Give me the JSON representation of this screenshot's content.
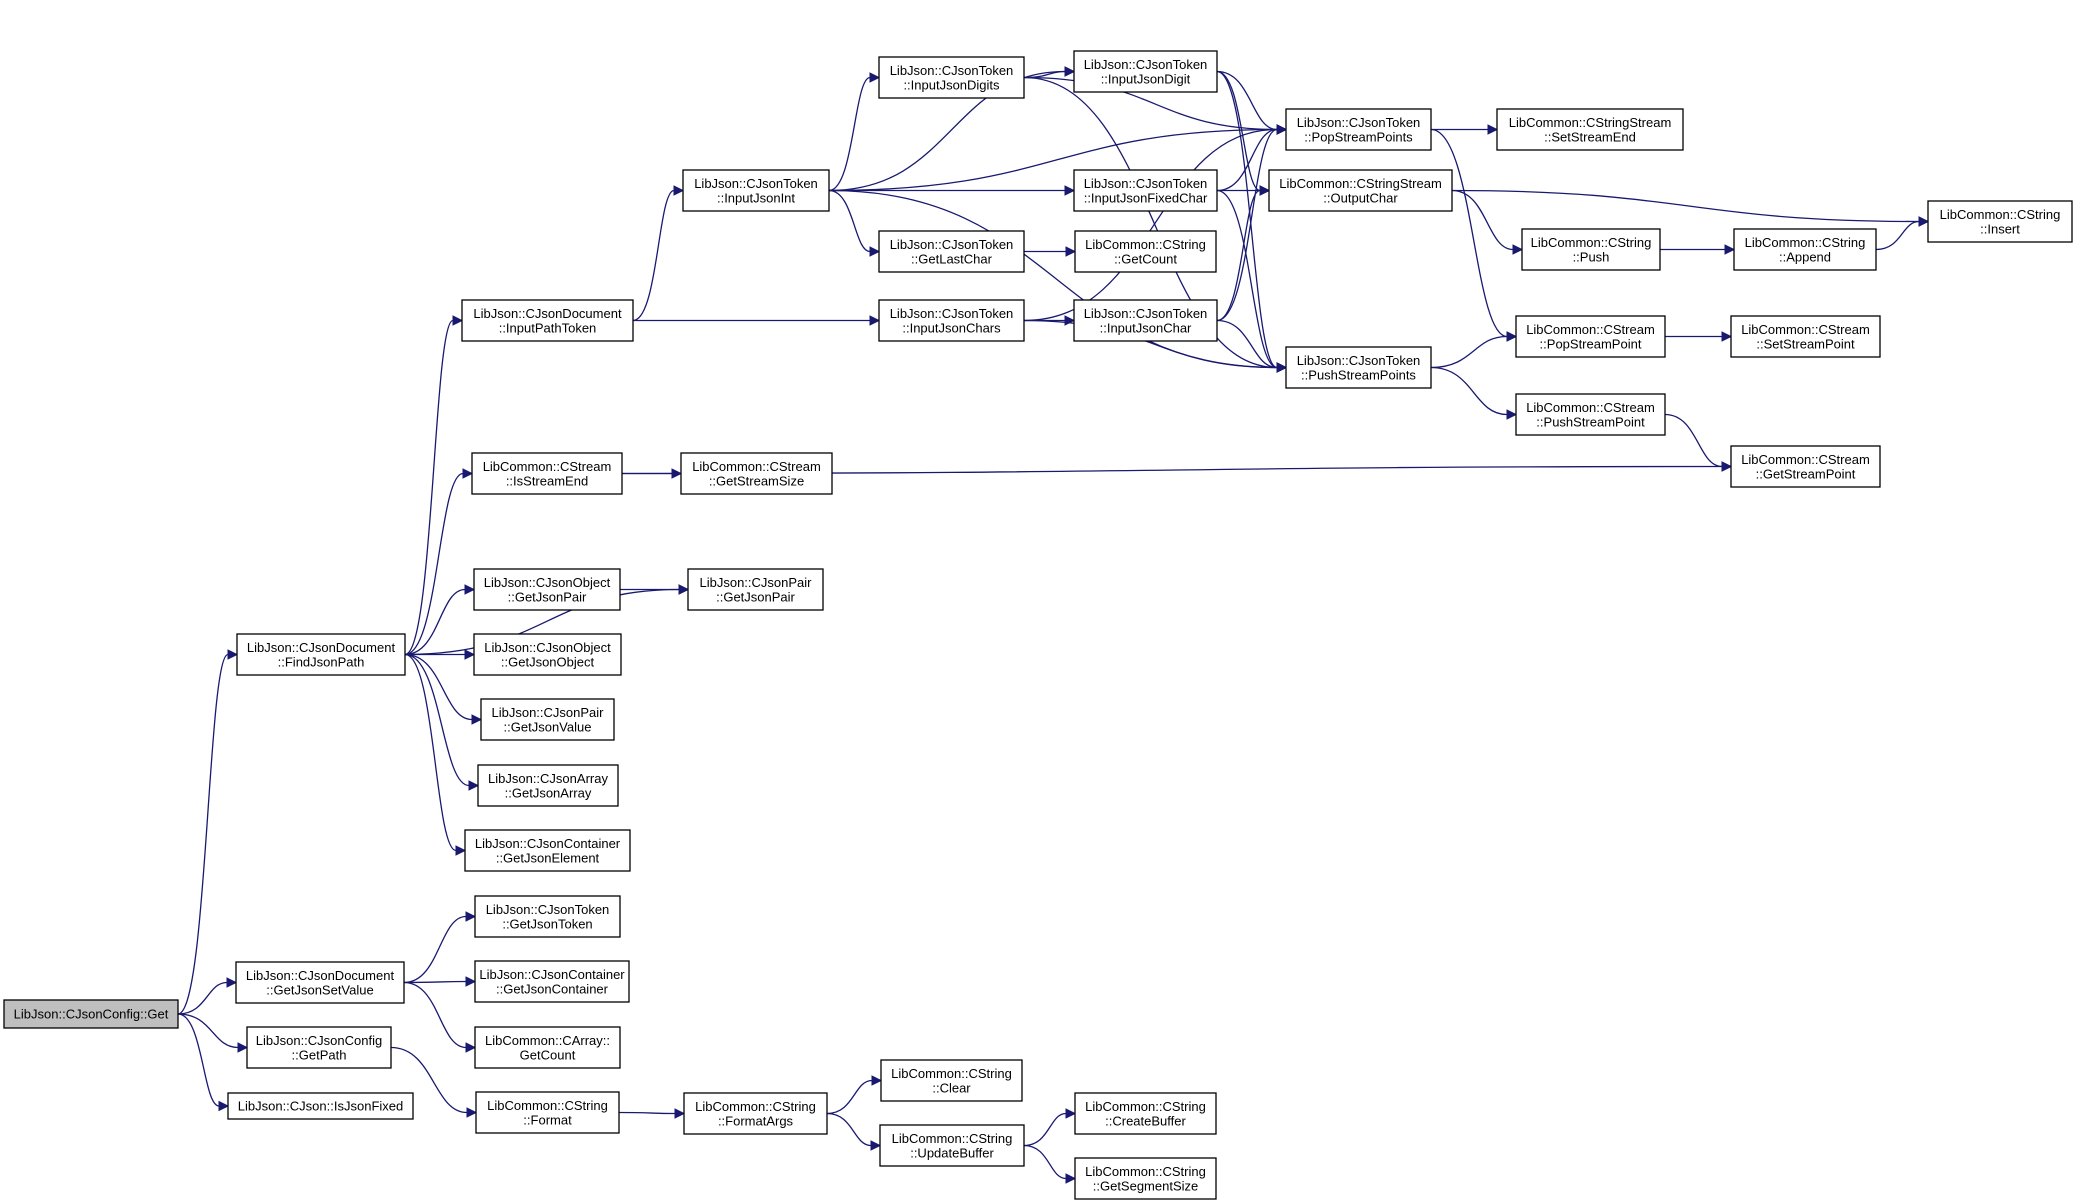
{
  "graph": {
    "title": "",
    "nodes": [
      {
        "id": "get",
        "lines": [
          "LibJson::CJsonConfig::Get"
        ],
        "root": true
      },
      {
        "id": "findJsonPath",
        "lines": [
          "LibJson::CJsonDocument",
          "::FindJsonPath"
        ]
      },
      {
        "id": "getJsonSetValue",
        "lines": [
          "LibJson::CJsonDocument",
          "::GetJsonSetValue"
        ]
      },
      {
        "id": "getPath",
        "lines": [
          "LibJson::CJsonConfig",
          "::GetPath"
        ]
      },
      {
        "id": "isJsonFixed",
        "lines": [
          "LibJson::CJson::IsJsonFixed"
        ]
      },
      {
        "id": "inputPathToken",
        "lines": [
          "LibJson::CJsonDocument",
          "::InputPathToken"
        ]
      },
      {
        "id": "isStreamEnd",
        "lines": [
          "LibCommon::CStream",
          "::IsStreamEnd"
        ]
      },
      {
        "id": "getJsonPairObj",
        "lines": [
          "LibJson::CJsonObject",
          "::GetJsonPair"
        ]
      },
      {
        "id": "getJsonObject",
        "lines": [
          "LibJson::CJsonObject",
          "::GetJsonObject"
        ]
      },
      {
        "id": "getJsonValue",
        "lines": [
          "LibJson::CJsonPair",
          "::GetJsonValue"
        ]
      },
      {
        "id": "getJsonArray",
        "lines": [
          "LibJson::CJsonArray",
          "::GetJsonArray"
        ]
      },
      {
        "id": "getJsonElement",
        "lines": [
          "LibJson::CJsonContainer",
          "::GetJsonElement"
        ]
      },
      {
        "id": "getJsonToken",
        "lines": [
          "LibJson::CJsonToken",
          "::GetJsonToken"
        ]
      },
      {
        "id": "getJsonContainer",
        "lines": [
          "LibJson::CJsonContainer",
          "::GetJsonContainer"
        ]
      },
      {
        "id": "arrayGetCount",
        "lines": [
          "LibCommon::CArray::",
          "GetCount"
        ]
      },
      {
        "id": "format",
        "lines": [
          "LibCommon::CString",
          "::Format"
        ]
      },
      {
        "id": "inputJsonInt",
        "lines": [
          "LibJson::CJsonToken",
          "::InputJsonInt"
        ]
      },
      {
        "id": "getStreamSize",
        "lines": [
          "LibCommon::CStream",
          "::GetStreamSize"
        ]
      },
      {
        "id": "getJsonPairPair",
        "lines": [
          "LibJson::CJsonPair",
          "::GetJsonPair"
        ]
      },
      {
        "id": "formatArgs",
        "lines": [
          "LibCommon::CString",
          "::FormatArgs"
        ]
      },
      {
        "id": "inputJsonDigits",
        "lines": [
          "LibJson::CJsonToken",
          "::InputJsonDigits"
        ]
      },
      {
        "id": "getLastChar",
        "lines": [
          "LibJson::CJsonToken",
          "::GetLastChar"
        ]
      },
      {
        "id": "inputJsonChars",
        "lines": [
          "LibJson::CJsonToken",
          "::InputJsonChars"
        ]
      },
      {
        "id": "clear",
        "lines": [
          "LibCommon::CString",
          "::Clear"
        ]
      },
      {
        "id": "updateBuffer",
        "lines": [
          "LibCommon::CString",
          "::UpdateBuffer"
        ]
      },
      {
        "id": "inputJsonDigit",
        "lines": [
          "LibJson::CJsonToken",
          "::InputJsonDigit"
        ]
      },
      {
        "id": "inputJsonFixedChar",
        "lines": [
          "LibJson::CJsonToken",
          "::InputJsonFixedChar"
        ]
      },
      {
        "id": "stringGetCount",
        "lines": [
          "LibCommon::CString",
          "::GetCount"
        ]
      },
      {
        "id": "inputJsonChar",
        "lines": [
          "LibJson::CJsonToken",
          "::InputJsonChar"
        ]
      },
      {
        "id": "createBuffer",
        "lines": [
          "LibCommon::CString",
          "::CreateBuffer"
        ]
      },
      {
        "id": "getSegmentSize",
        "lines": [
          "LibCommon::CString",
          "::GetSegmentSize"
        ]
      },
      {
        "id": "popStreamPoints",
        "lines": [
          "LibJson::CJsonToken",
          "::PopStreamPoints"
        ]
      },
      {
        "id": "outputChar",
        "lines": [
          "LibCommon::CStringStream",
          "::OutputChar"
        ]
      },
      {
        "id": "pushStreamPoints",
        "lines": [
          "LibJson::CJsonToken",
          "::PushStreamPoints"
        ]
      },
      {
        "id": "setStreamEnd",
        "lines": [
          "LibCommon::CStringStream",
          "::SetStreamEnd"
        ]
      },
      {
        "id": "push",
        "lines": [
          "LibCommon::CString",
          "::Push"
        ]
      },
      {
        "id": "popStreamPoint",
        "lines": [
          "LibCommon::CStream",
          "::PopStreamPoint"
        ]
      },
      {
        "id": "pushStreamPoint",
        "lines": [
          "LibCommon::CStream",
          "::PushStreamPoint"
        ]
      },
      {
        "id": "append",
        "lines": [
          "LibCommon::CString",
          "::Append"
        ]
      },
      {
        "id": "setStreamPoint",
        "lines": [
          "LibCommon::CStream",
          "::SetStreamPoint"
        ]
      },
      {
        "id": "getStreamPoint",
        "lines": [
          "LibCommon::CStream",
          "::GetStreamPoint"
        ]
      },
      {
        "id": "insert",
        "lines": [
          "LibCommon::CString",
          "::Insert"
        ]
      }
    ],
    "edges": [
      [
        "get",
        "findJsonPath"
      ],
      [
        "get",
        "getJsonSetValue"
      ],
      [
        "get",
        "getPath"
      ],
      [
        "get",
        "isJsonFixed"
      ],
      [
        "findJsonPath",
        "inputPathToken"
      ],
      [
        "findJsonPath",
        "isStreamEnd"
      ],
      [
        "findJsonPath",
        "getJsonPairObj"
      ],
      [
        "findJsonPath",
        "getJsonPairPair"
      ],
      [
        "findJsonPath",
        "getJsonObject"
      ],
      [
        "findJsonPath",
        "getJsonValue"
      ],
      [
        "findJsonPath",
        "getJsonArray"
      ],
      [
        "findJsonPath",
        "getJsonElement"
      ],
      [
        "getJsonSetValue",
        "getJsonToken"
      ],
      [
        "getJsonSetValue",
        "getJsonContainer"
      ],
      [
        "getJsonSetValue",
        "arrayGetCount"
      ],
      [
        "getPath",
        "format"
      ],
      [
        "inputPathToken",
        "inputJsonInt"
      ],
      [
        "inputPathToken",
        "inputJsonChars"
      ],
      [
        "isStreamEnd",
        "getStreamSize"
      ],
      [
        "isStreamEnd",
        "getStreamPoint"
      ],
      [
        "getJsonPairObj",
        "getJsonPairPair"
      ],
      [
        "format",
        "formatArgs"
      ],
      [
        "formatArgs",
        "clear"
      ],
      [
        "formatArgs",
        "updateBuffer"
      ],
      [
        "updateBuffer",
        "createBuffer"
      ],
      [
        "updateBuffer",
        "getSegmentSize"
      ],
      [
        "inputJsonInt",
        "inputJsonDigits"
      ],
      [
        "inputJsonInt",
        "inputJsonDigit"
      ],
      [
        "inputJsonInt",
        "inputJsonFixedChar"
      ],
      [
        "inputJsonInt",
        "getLastChar"
      ],
      [
        "inputJsonInt",
        "popStreamPoints"
      ],
      [
        "inputJsonInt",
        "pushStreamPoints"
      ],
      [
        "inputJsonDigits",
        "inputJsonDigit"
      ],
      [
        "inputJsonDigits",
        "popStreamPoints"
      ],
      [
        "inputJsonDigits",
        "pushStreamPoints"
      ],
      [
        "inputJsonDigit",
        "popStreamPoints"
      ],
      [
        "inputJsonDigit",
        "outputChar"
      ],
      [
        "inputJsonDigit",
        "pushStreamPoints"
      ],
      [
        "inputJsonFixedChar",
        "popStreamPoints"
      ],
      [
        "inputJsonFixedChar",
        "outputChar"
      ],
      [
        "inputJsonFixedChar",
        "pushStreamPoints"
      ],
      [
        "getLastChar",
        "stringGetCount"
      ],
      [
        "inputJsonChars",
        "inputJsonChar"
      ],
      [
        "inputJsonChars",
        "popStreamPoints"
      ],
      [
        "inputJsonChars",
        "pushStreamPoints"
      ],
      [
        "inputJsonChar",
        "popStreamPoints"
      ],
      [
        "inputJsonChar",
        "outputChar"
      ],
      [
        "inputJsonChar",
        "pushStreamPoints"
      ],
      [
        "popStreamPoints",
        "setStreamEnd"
      ],
      [
        "popStreamPoints",
        "popStreamPoint"
      ],
      [
        "outputChar",
        "push"
      ],
      [
        "outputChar",
        "insert"
      ],
      [
        "pushStreamPoints",
        "popStreamPoint"
      ],
      [
        "pushStreamPoints",
        "pushStreamPoint"
      ],
      [
        "push",
        "append"
      ],
      [
        "append",
        "insert"
      ],
      [
        "popStreamPoint",
        "setStreamPoint"
      ],
      [
        "pushStreamPoint",
        "getStreamPoint"
      ]
    ]
  }
}
